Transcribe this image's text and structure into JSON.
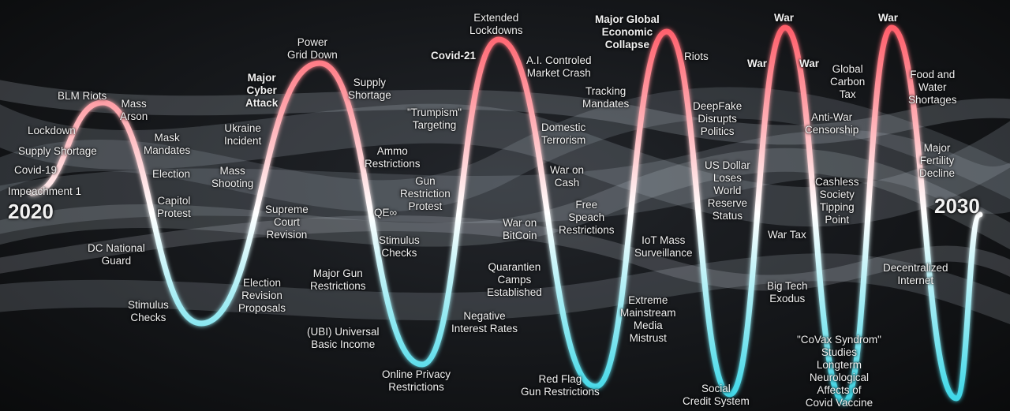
{
  "years": {
    "start": "2020",
    "end": "2030"
  },
  "colors": {
    "peak": "#ff5f6b",
    "trough": "#3fd8e8",
    "mid": "#ffffff"
  },
  "labels": [
    {
      "id": "impeachment",
      "text": "Impeachment 1"
    },
    {
      "id": "covid19",
      "text": "Covid-19"
    },
    {
      "id": "supply-shortage",
      "text": "Supply Shortage"
    },
    {
      "id": "lockdown",
      "text": "Lockdown"
    },
    {
      "id": "blm-riots",
      "text": "BLM Riots"
    },
    {
      "id": "mass-arson",
      "text": "Mass\nArson"
    },
    {
      "id": "mask-mandates",
      "text": "Mask\nMandates"
    },
    {
      "id": "election",
      "text": "Election"
    },
    {
      "id": "capitol-protest",
      "text": "Capitol\nProtest"
    },
    {
      "id": "dc-national-guard",
      "text": "DC National\nGuard"
    },
    {
      "id": "stimulus-checks-1",
      "text": "Stimulus\nChecks"
    },
    {
      "id": "election-revision",
      "text": "Election\nRevision\nProposals"
    },
    {
      "id": "supreme-court",
      "text": "Supreme\nCourt\nRevision"
    },
    {
      "id": "mass-shooting",
      "text": "Mass\nShooting"
    },
    {
      "id": "ukraine-incident",
      "text": "Ukraine\nIncident"
    },
    {
      "id": "major-cyber-attack",
      "text": "Major\nCyber\nAttack"
    },
    {
      "id": "power-grid-down",
      "text": "Power\nGrid Down"
    },
    {
      "id": "supply-shortage-2",
      "text": "Supply\nShortage"
    },
    {
      "id": "ammo-restrictions",
      "text": "Ammo\nRestrictions"
    },
    {
      "id": "qe",
      "text": "QE∞"
    },
    {
      "id": "stimulus-checks-2",
      "text": "Stimulus\nChecks"
    },
    {
      "id": "major-gun-restrictions",
      "text": "Major Gun\nRestrictions"
    },
    {
      "id": "ubi",
      "text": "(UBI) Universal\nBasic Income"
    },
    {
      "id": "online-privacy",
      "text": "Online Privacy\nRestrictions"
    },
    {
      "id": "gun-restriction-protest",
      "text": "Gun\nRestriction\nProtest"
    },
    {
      "id": "trumpism-targeting",
      "text": "\"Trumpism\"\nTargeting"
    },
    {
      "id": "covid-21",
      "text": "Covid-21"
    },
    {
      "id": "extended-lockdowns",
      "text": "Extended\nLockdowns"
    },
    {
      "id": "ai-market-crash",
      "text": "A.I. Controled\nMarket Crash"
    },
    {
      "id": "domestic-terrorism",
      "text": "Domestic\nTerrorism"
    },
    {
      "id": "war-on-cash",
      "text": "War on\nCash"
    },
    {
      "id": "war-on-bitcoin",
      "text": "War on\nBitCoin"
    },
    {
      "id": "negative-interest",
      "text": "Negative\nInterest Rates"
    },
    {
      "id": "quarantien-camps",
      "text": "Quarantien\nCamps\nEstablished"
    },
    {
      "id": "red-flag",
      "text": "Red Flag\nGun Restrictions"
    },
    {
      "id": "free-speach",
      "text": "Free\nSpeach\nRestrictions"
    },
    {
      "id": "tracking-mandates",
      "text": "Tracking\nMandates"
    },
    {
      "id": "major-global-collapse",
      "text": "Major Global\nEconomic\nCollapse"
    },
    {
      "id": "riots",
      "text": "Riots"
    },
    {
      "id": "deepfake",
      "text": "DeepFake\nDisrupts\nPolitics"
    },
    {
      "id": "iot-surveillance",
      "text": "IoT Mass\nSurveillance"
    },
    {
      "id": "extreme-media-mistrust",
      "text": "Extreme\nMainstream\nMedia\nMistrust"
    },
    {
      "id": "us-dollar",
      "text": "US Dollar\nLoses\nWorld\nReserve\nStatus"
    },
    {
      "id": "social-credit",
      "text": "Social\nCredit System"
    },
    {
      "id": "war-1",
      "text": "War"
    },
    {
      "id": "war-2",
      "text": "War"
    },
    {
      "id": "war-3",
      "text": "War"
    },
    {
      "id": "war-tax",
      "text": "War Tax"
    },
    {
      "id": "big-tech-exodus",
      "text": "Big Tech\nExodus"
    },
    {
      "id": "anti-war-censorship",
      "text": "Anti-War\nCensorship"
    },
    {
      "id": "global-carbon-tax",
      "text": "Global\nCarbon\nTax"
    },
    {
      "id": "cashless-society",
      "text": "Cashless\nSociety\nTipping\nPoint"
    },
    {
      "id": "covax-syndrom",
      "text": "\"CoVax Syndrom\"\nStudies\nLongterm\nNeurological\nAffects of\nCovid Vaccine"
    },
    {
      "id": "war-4",
      "text": "War"
    },
    {
      "id": "food-water",
      "text": "Food and\nWater\nShortages"
    },
    {
      "id": "major-fertility",
      "text": "Major\nFertility\nDecline"
    },
    {
      "id": "decentralized-internet",
      "text": "Decentralized\nInternet"
    }
  ]
}
